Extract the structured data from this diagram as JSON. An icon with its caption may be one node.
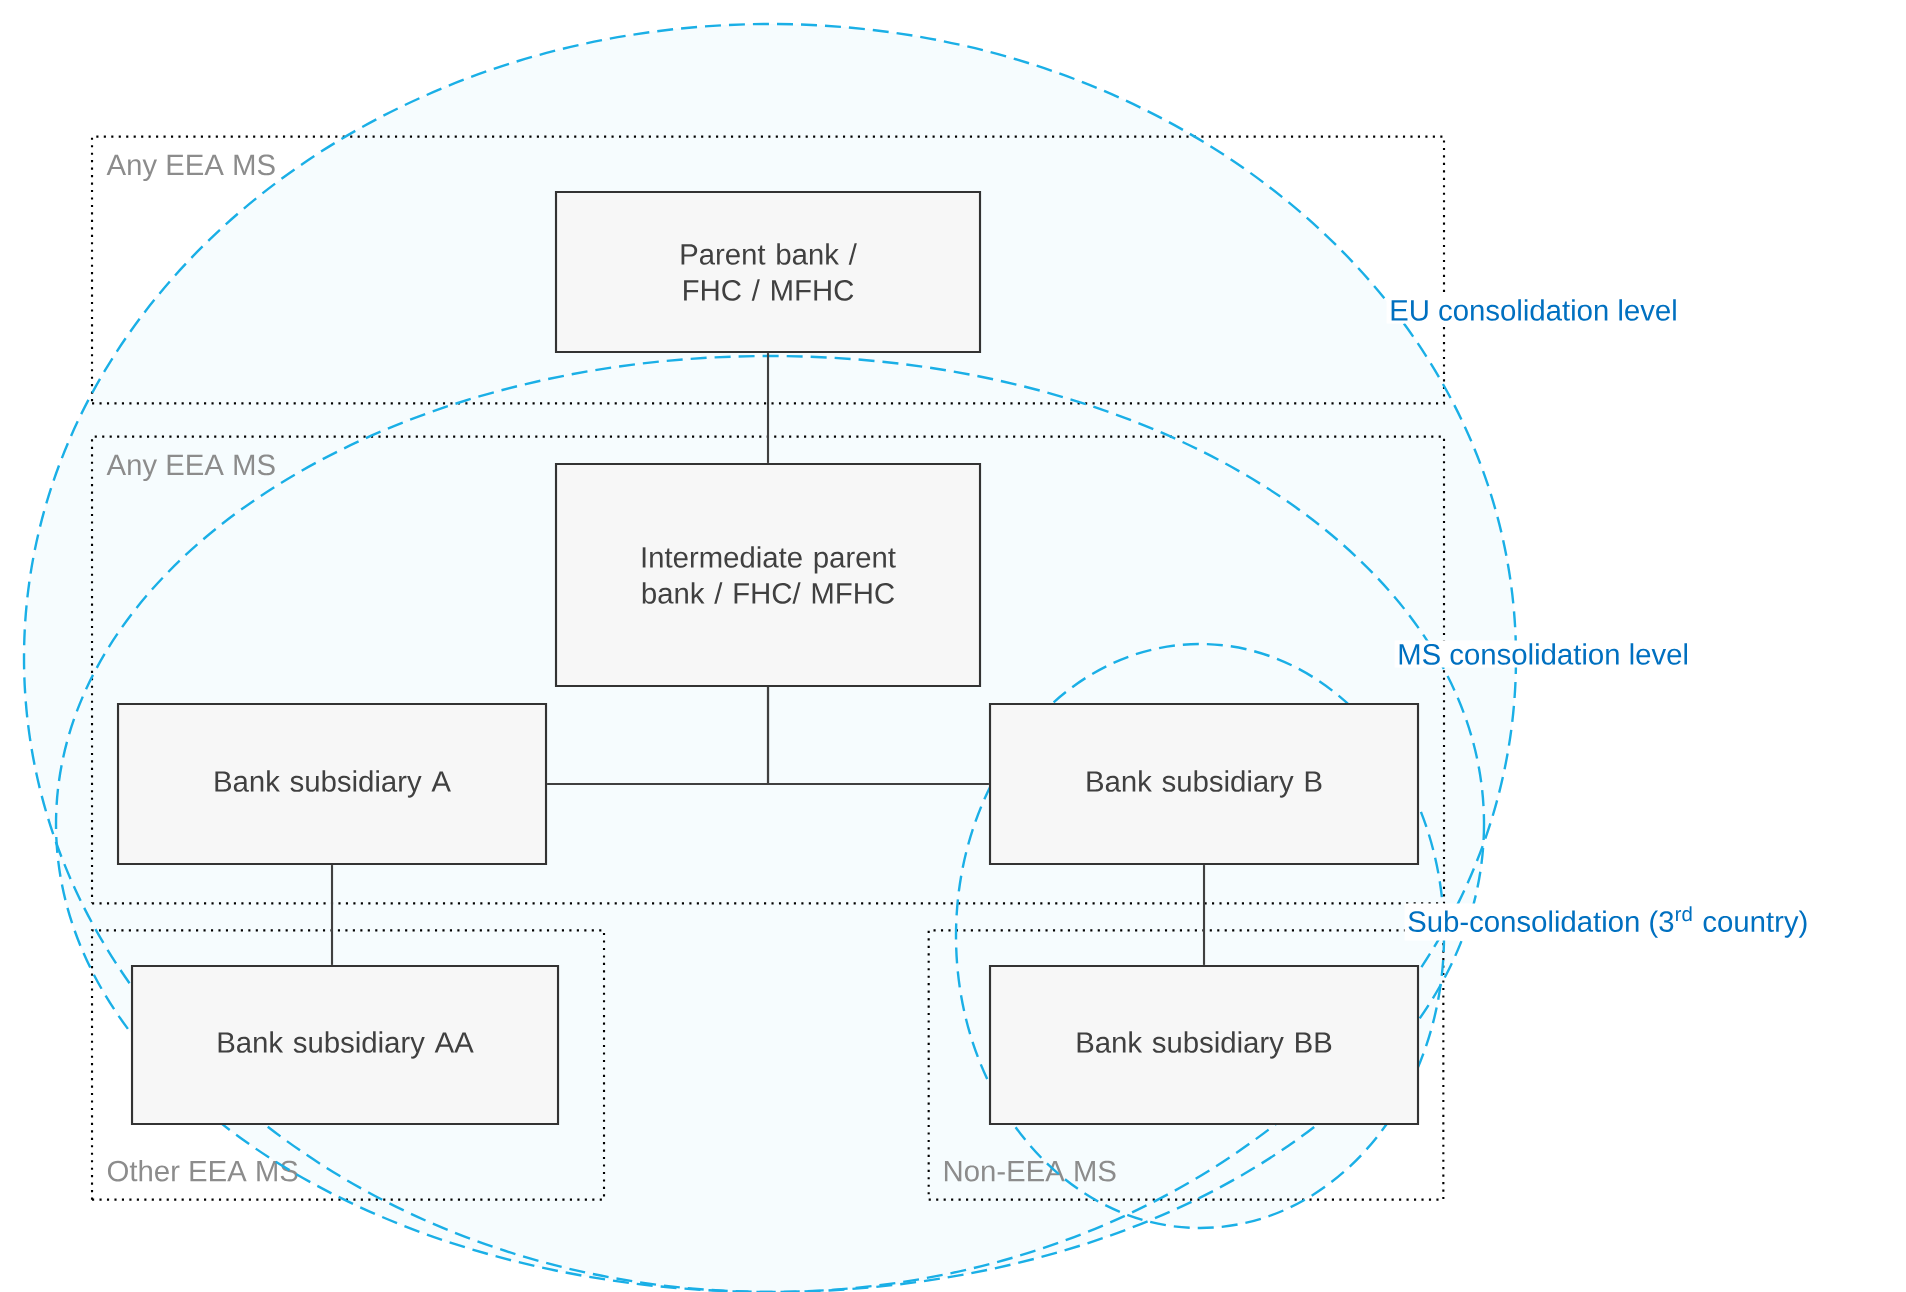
{
  "diagram": {
    "nodes": [
      {
        "text": [
          "Any EEA MS"
        ]
      },
      {
        "text": [
          "Parent bank / FHC / MFHC"
        ],
        "in": 0
      },
      {
        "text": [
          "Any EEA MS"
        ]
      },
      {
        "text": [
          "Intermediate parent bank / FHC/ MFHC"
        ],
        "in": 2
      },
      {
        "text": [
          "Bank subsidiary A"
        ],
        "in": 2
      },
      {
        "text": [
          "Bank subsidiary B"
        ],
        "in": 2
      },
      {
        "text": [
          "Other EEA MS"
        ]
      },
      {
        "text": [
          "Bank subsidiary AA"
        ],
        "in": 6
      },
      {
        "text": [
          "Non-EEA MS"
        ]
      },
      {
        "text": [
          "Bank subsidiary BB"
        ],
        "in": 8
      }
    ],
    "edges": [
      {
        "from": 1,
        "to": 3,
        "arrow": "none"
      },
      {
        "from": 3,
        "to": 4,
        "arrow": "none"
      },
      {
        "from": 3,
        "to": 5,
        "arrow": "none"
      },
      {
        "from": 4,
        "to": 7,
        "arrow": "none"
      },
      {
        "from": 5,
        "to": 9,
        "arrow": "none"
      }
    ],
    "labels": [
      "EU consolidation level",
      "MS consolidation level",
      "Sub-consolidation (3$^{rd}$ country)"
    ]
  }
}
